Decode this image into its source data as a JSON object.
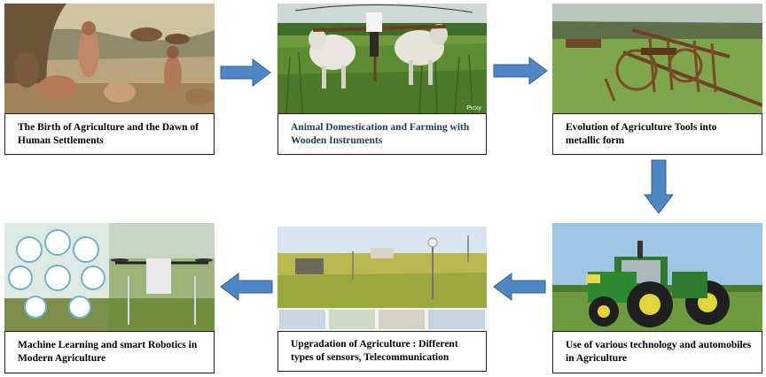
{
  "stages": [
    {
      "caption": "The Birth of Agriculture and the Dawn of Human Settlements",
      "image_icon": "prehistoric-settlement-image"
    },
    {
      "caption": "Animal Domestication and Farming with Wooden Instruments",
      "image_icon": "oxen-plough-image",
      "watermark": "Picxy"
    },
    {
      "caption": "Evolution of Agriculture Tools into metallic form",
      "image_icon": "rusty-plough-image"
    },
    {
      "caption": "Use of various technology and automobiles in Agriculture",
      "image_icon": "tractor-image"
    },
    {
      "caption": "Upgradation of Agriculture : Different types of sensors, Telecommunication",
      "image_icon": "field-sensors-image"
    },
    {
      "caption": "Machine Learning and smart Robotics in Modern Agriculture",
      "image_icon": "drone-smart-farming-image"
    }
  ],
  "colors": {
    "arrow_fill": "#4f86c6",
    "arrow_stroke": "#2f5f96",
    "border": "#222222"
  }
}
